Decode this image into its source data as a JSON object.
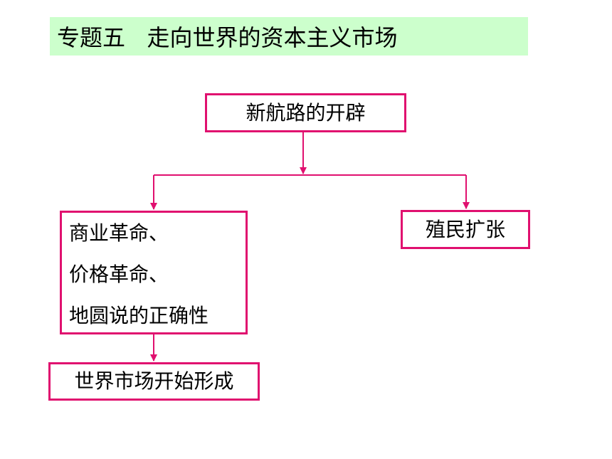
{
  "title": {
    "label": "专题五   走向世界的资本主义市场"
  },
  "nodes": {
    "root": "新航路的开辟",
    "left_lines": [
      "商业革命、",
      "价格革命、",
      "地圆说的正确性"
    ],
    "right": "殖民扩张",
    "bottom": "世界市场开始形成"
  },
  "colors": {
    "title_background": "#ccffcc",
    "box_border": "#e0106f",
    "connector": "#e0106f"
  }
}
